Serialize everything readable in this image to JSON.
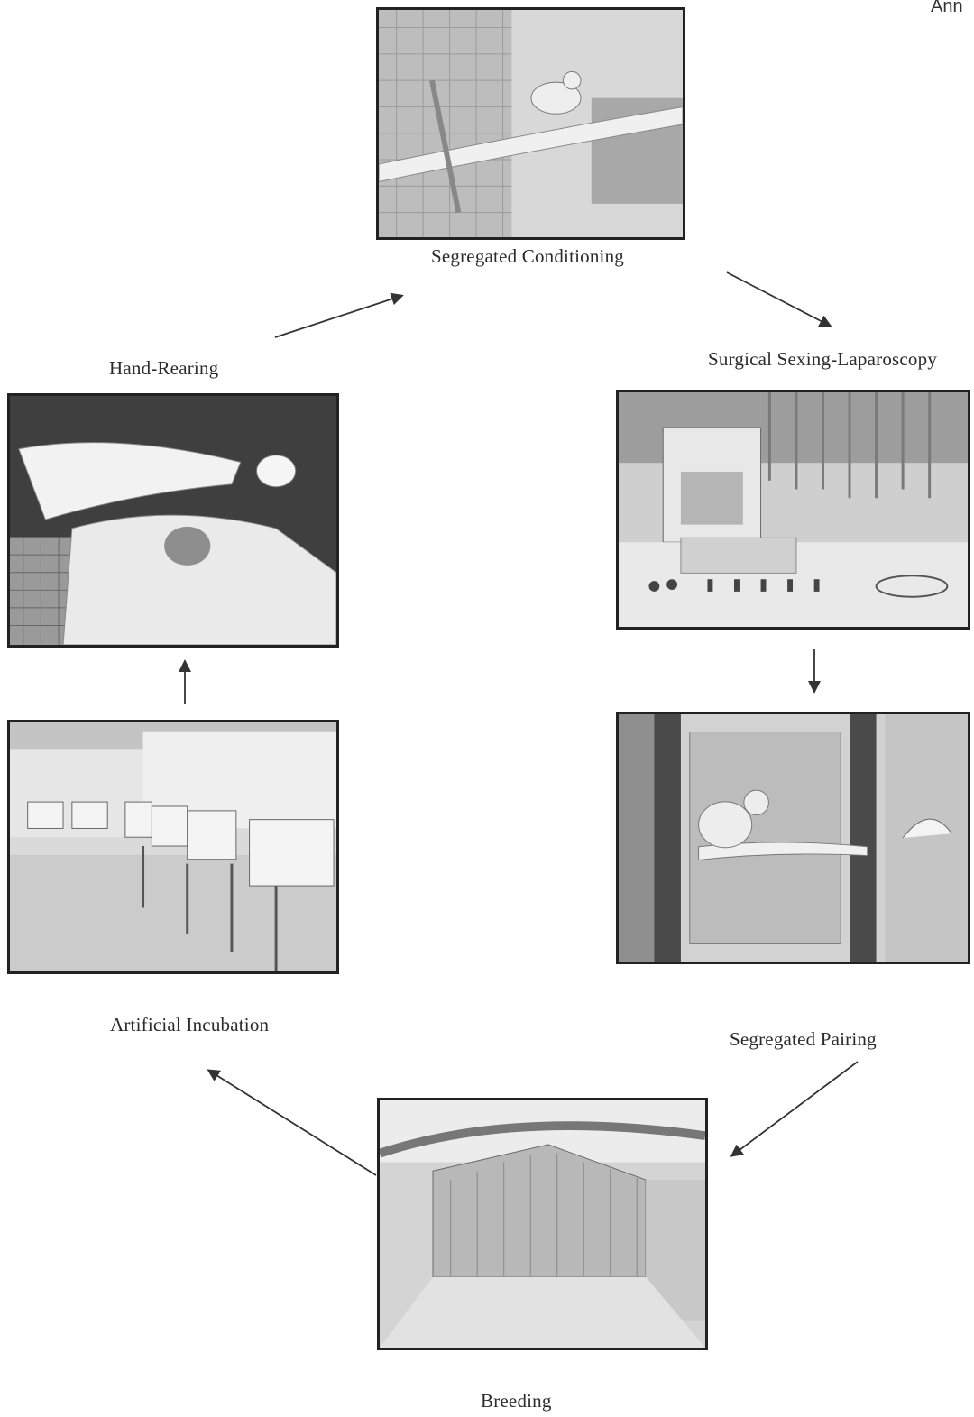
{
  "header": {
    "corner_text": "Ann"
  },
  "stages": {
    "segregated_conditioning": "Segregated Conditioning",
    "surgical_sexing": "Surgical Sexing-Laparoscopy",
    "segregated_pairing": "Segregated Pairing",
    "breeding": "Breeding",
    "artificial_incubation": "Artificial Incubation",
    "hand_rearing": "Hand-Rearing"
  },
  "colors": {
    "arrow": "#333333",
    "frame": "#222222",
    "photo_tone": "#cfcfcf"
  }
}
